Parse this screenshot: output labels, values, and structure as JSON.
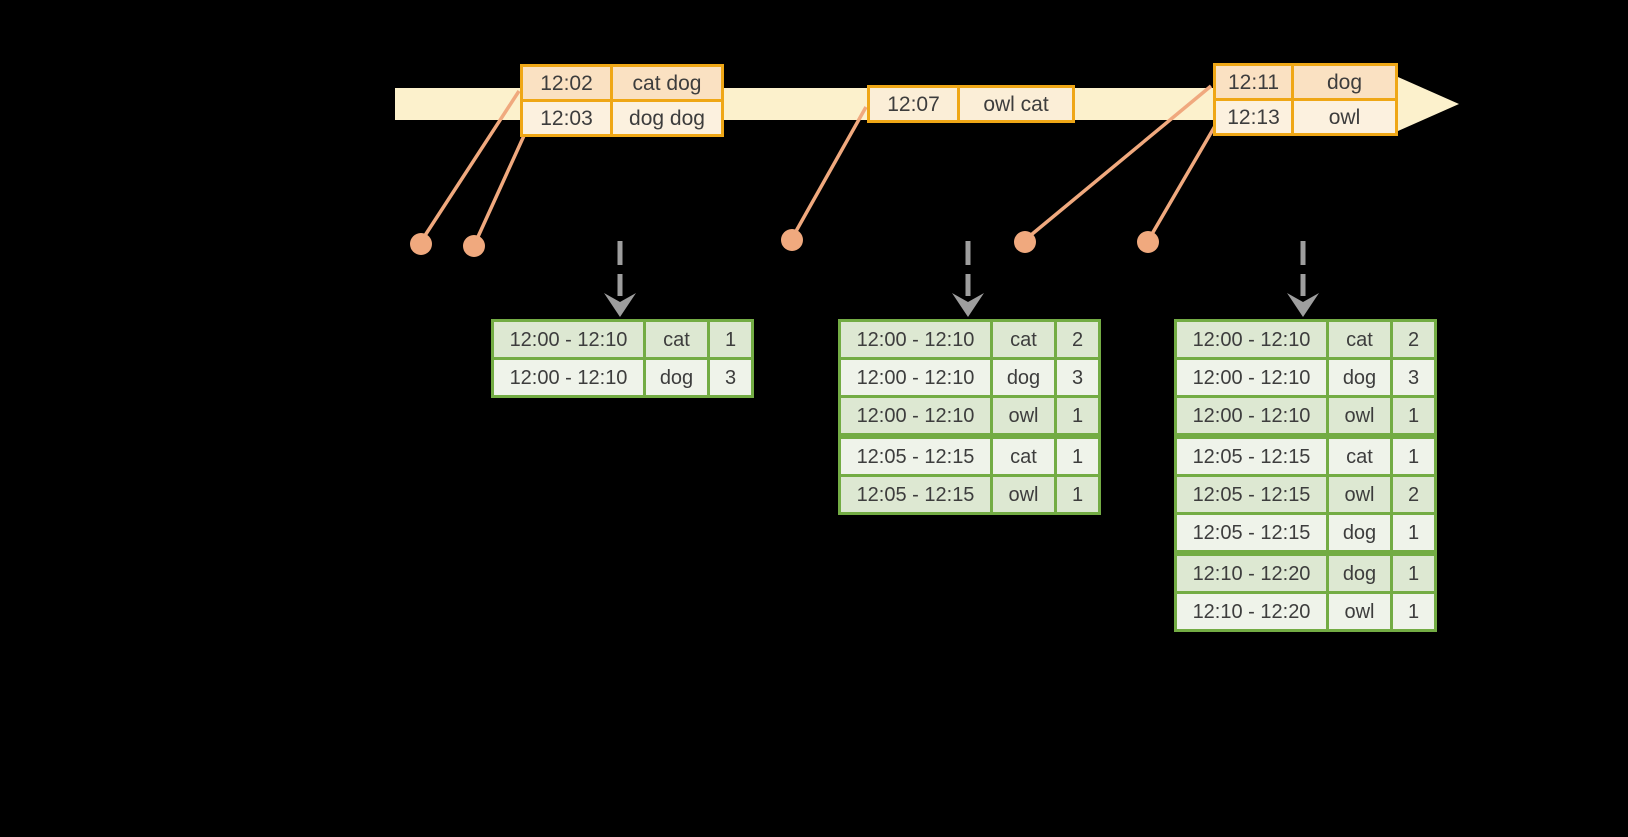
{
  "diagram_title": "windowed word-count streaming diagram",
  "colors": {
    "background": "#000000",
    "timeline_fill": "#fcf1cc",
    "event_table_border": "#efa716",
    "event_row_dark": "#fae1c2",
    "event_row_light": "#fcf1df",
    "event_row_mid": "#fbeed7",
    "connector_salmon": "#f0a97e",
    "trigger_arrow_gray": "#9e9e9e",
    "result_table_border": "#73ac44",
    "result_row_dark": "#dde8d2",
    "result_row_light": "#eff3ea",
    "text": "#3d3d3d"
  },
  "event_tables": [
    {
      "rows": [
        {
          "time": "12:02",
          "words": "cat dog"
        },
        {
          "time": "12:03",
          "words": "dog dog"
        }
      ]
    },
    {
      "rows": [
        {
          "time": "12:07",
          "words": "owl cat"
        }
      ]
    },
    {
      "rows": [
        {
          "time": "12:11",
          "words": "dog"
        },
        {
          "time": "12:13",
          "words": "owl"
        }
      ]
    }
  ],
  "result_tables": [
    {
      "rows": [
        {
          "window": "12:00 - 12:10",
          "word": "cat",
          "count": "1"
        },
        {
          "window": "12:00 - 12:10",
          "word": "dog",
          "count": "3"
        }
      ]
    },
    {
      "rows": [
        {
          "window": "12:00 - 12:10",
          "word": "cat",
          "count": "2"
        },
        {
          "window": "12:00 - 12:10",
          "word": "dog",
          "count": "3"
        },
        {
          "window": "12:00 - 12:10",
          "word": "owl",
          "count": "1"
        },
        {
          "window": "12:05 - 12:15",
          "word": "cat",
          "count": "1"
        },
        {
          "window": "12:05 - 12:15",
          "word": "owl",
          "count": "1"
        }
      ]
    },
    {
      "rows": [
        {
          "window": "12:00 - 12:10",
          "word": "cat",
          "count": "2"
        },
        {
          "window": "12:00 - 12:10",
          "word": "dog",
          "count": "3"
        },
        {
          "window": "12:00 - 12:10",
          "word": "owl",
          "count": "1"
        },
        {
          "window": "12:05 - 12:15",
          "word": "cat",
          "count": "1"
        },
        {
          "window": "12:05 - 12:15",
          "word": "owl",
          "count": "2"
        },
        {
          "window": "12:05 - 12:15",
          "word": "dog",
          "count": "1"
        },
        {
          "window": "12:10 - 12:20",
          "word": "dog",
          "count": "1"
        },
        {
          "window": "12:10 - 12:20",
          "word": "owl",
          "count": "1"
        }
      ]
    }
  ]
}
